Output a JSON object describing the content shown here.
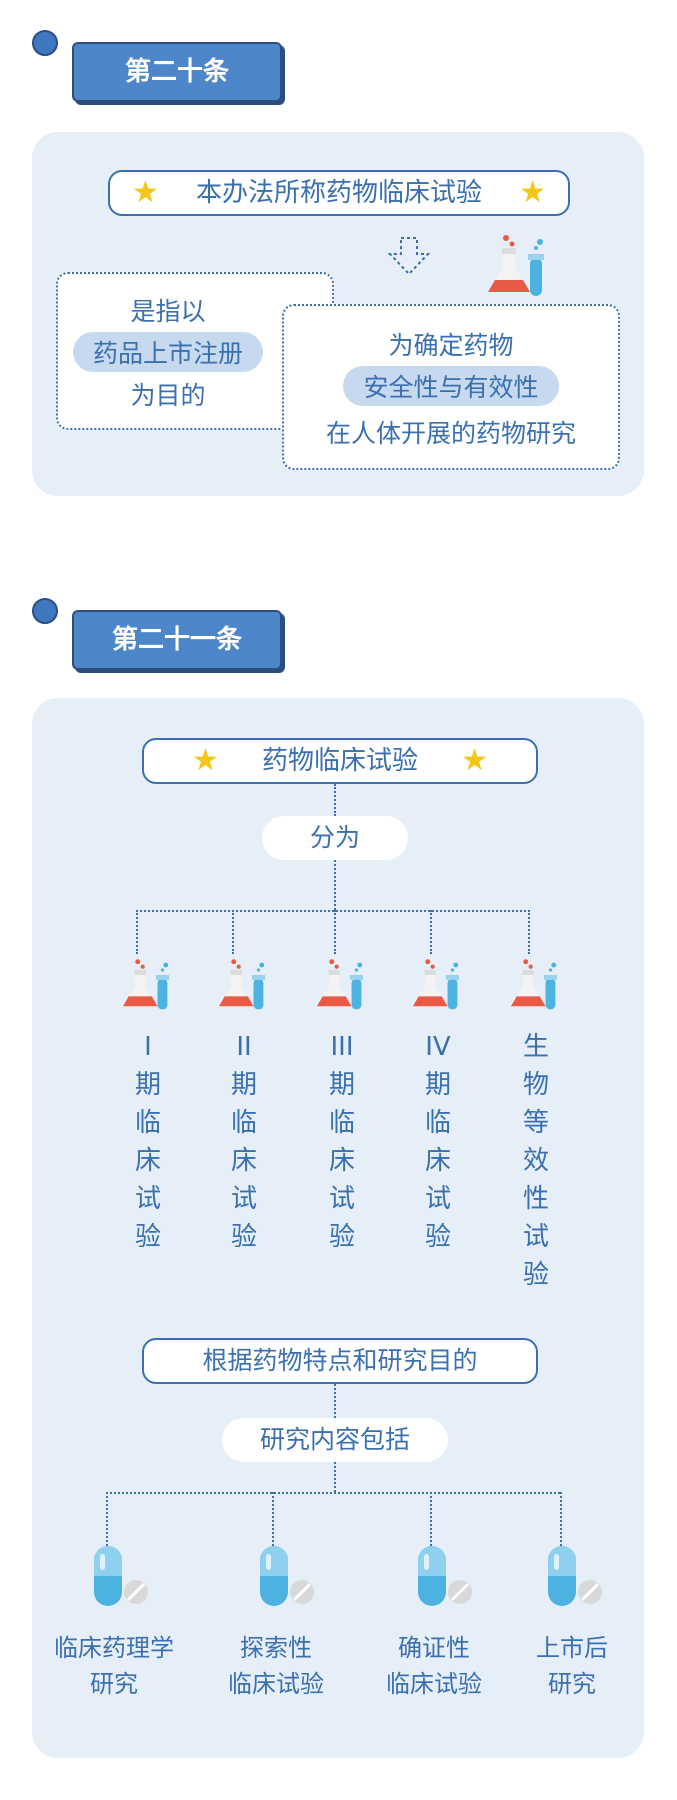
{
  "art20": {
    "title": "第二十条",
    "heading": "本办法所称药物临床试验",
    "left": {
      "line1": "是指以",
      "line2": "药品上市注册",
      "line3": "为目的"
    },
    "right": {
      "line1": "为确定药物",
      "line2": "安全性与有效性",
      "line3": "在人体开展的药物研究"
    }
  },
  "art21": {
    "title": "第二十一条",
    "heading": "药物临床试验",
    "divide": "分为",
    "phases": [
      [
        "I",
        "期",
        "临",
        "床",
        "试",
        "验"
      ],
      [
        "II",
        "期",
        "临",
        "床",
        "试",
        "验"
      ],
      [
        "III",
        "期",
        "临",
        "床",
        "试",
        "验"
      ],
      [
        "IV",
        "期",
        "临",
        "床",
        "试",
        "验"
      ],
      [
        "生",
        "物",
        "等",
        "效",
        "性",
        "试",
        "验"
      ]
    ],
    "basis": "根据药物特点和研究目的",
    "includes": "研究内容包括",
    "studies": [
      {
        "l1": "临床药理学",
        "l2": "研究"
      },
      {
        "l1": "探索性",
        "l2": "临床试验"
      },
      {
        "l1": "确证性",
        "l2": "临床试验"
      },
      {
        "l1": "上市后",
        "l2": "研究"
      }
    ]
  },
  "icons": {
    "star": "star-icon",
    "flask": "flask-icon",
    "capsule": "capsule-icon",
    "arrow": "down-arrow-icon"
  },
  "colors": {
    "primary": "#3a6fb0",
    "panel": "#e6eff8",
    "star": "#f5c518",
    "flask": "#e85a46",
    "tube": "#4cb3e0"
  }
}
